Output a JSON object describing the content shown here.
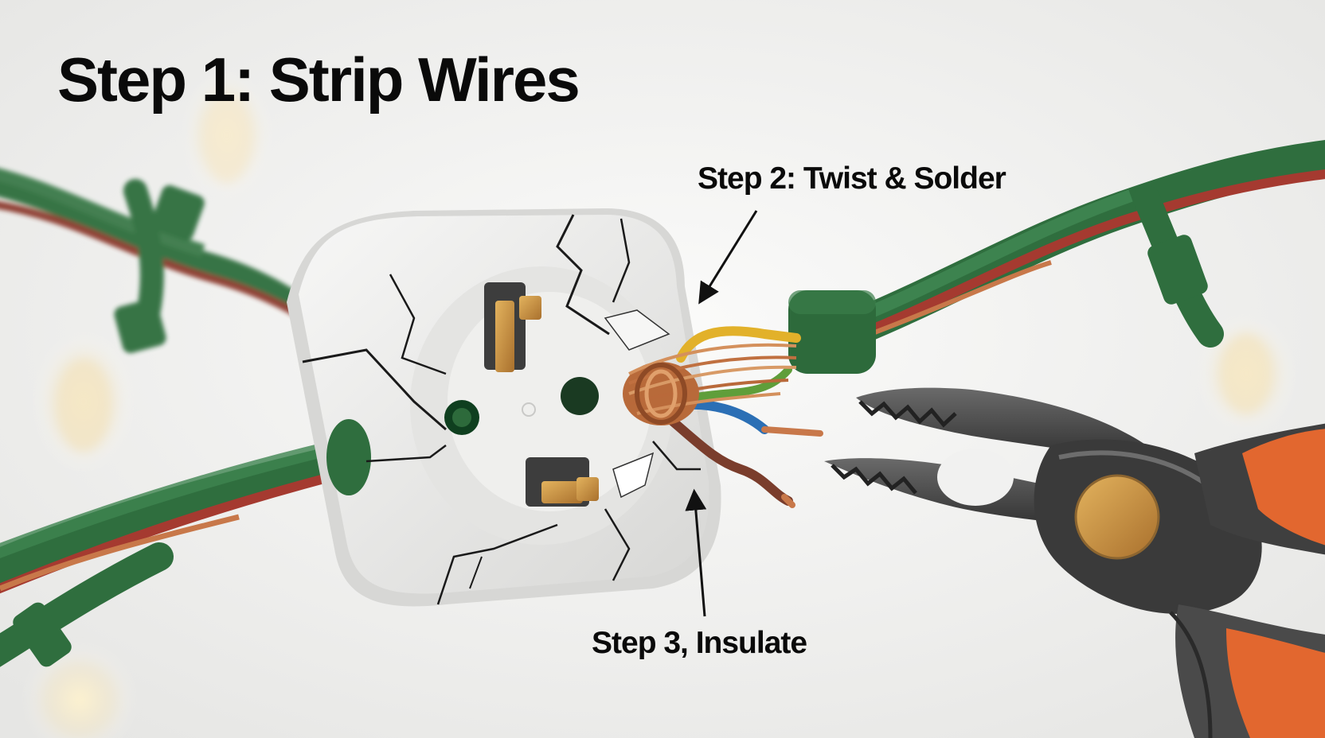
{
  "labels": {
    "title": "Step 1: Strip Wires",
    "step2": "Step 2: Twist & Solder",
    "step3": "Step 3, Insulate"
  },
  "colors": {
    "background": "#f1f1f0",
    "cable_green": "#2f6e3e",
    "cable_red": "#a53a30",
    "copper": "#c8784a",
    "socket_white": "#e9e9e7",
    "plier_orange": "#e2672f",
    "plier_metal": "#4a4a4a",
    "brass": "#c9a65a",
    "text": "#0a0a0a"
  },
  "icons": [
    "outlet-icon",
    "pliers-icon",
    "bulb-icon",
    "wire-icon",
    "arrow-icon"
  ]
}
